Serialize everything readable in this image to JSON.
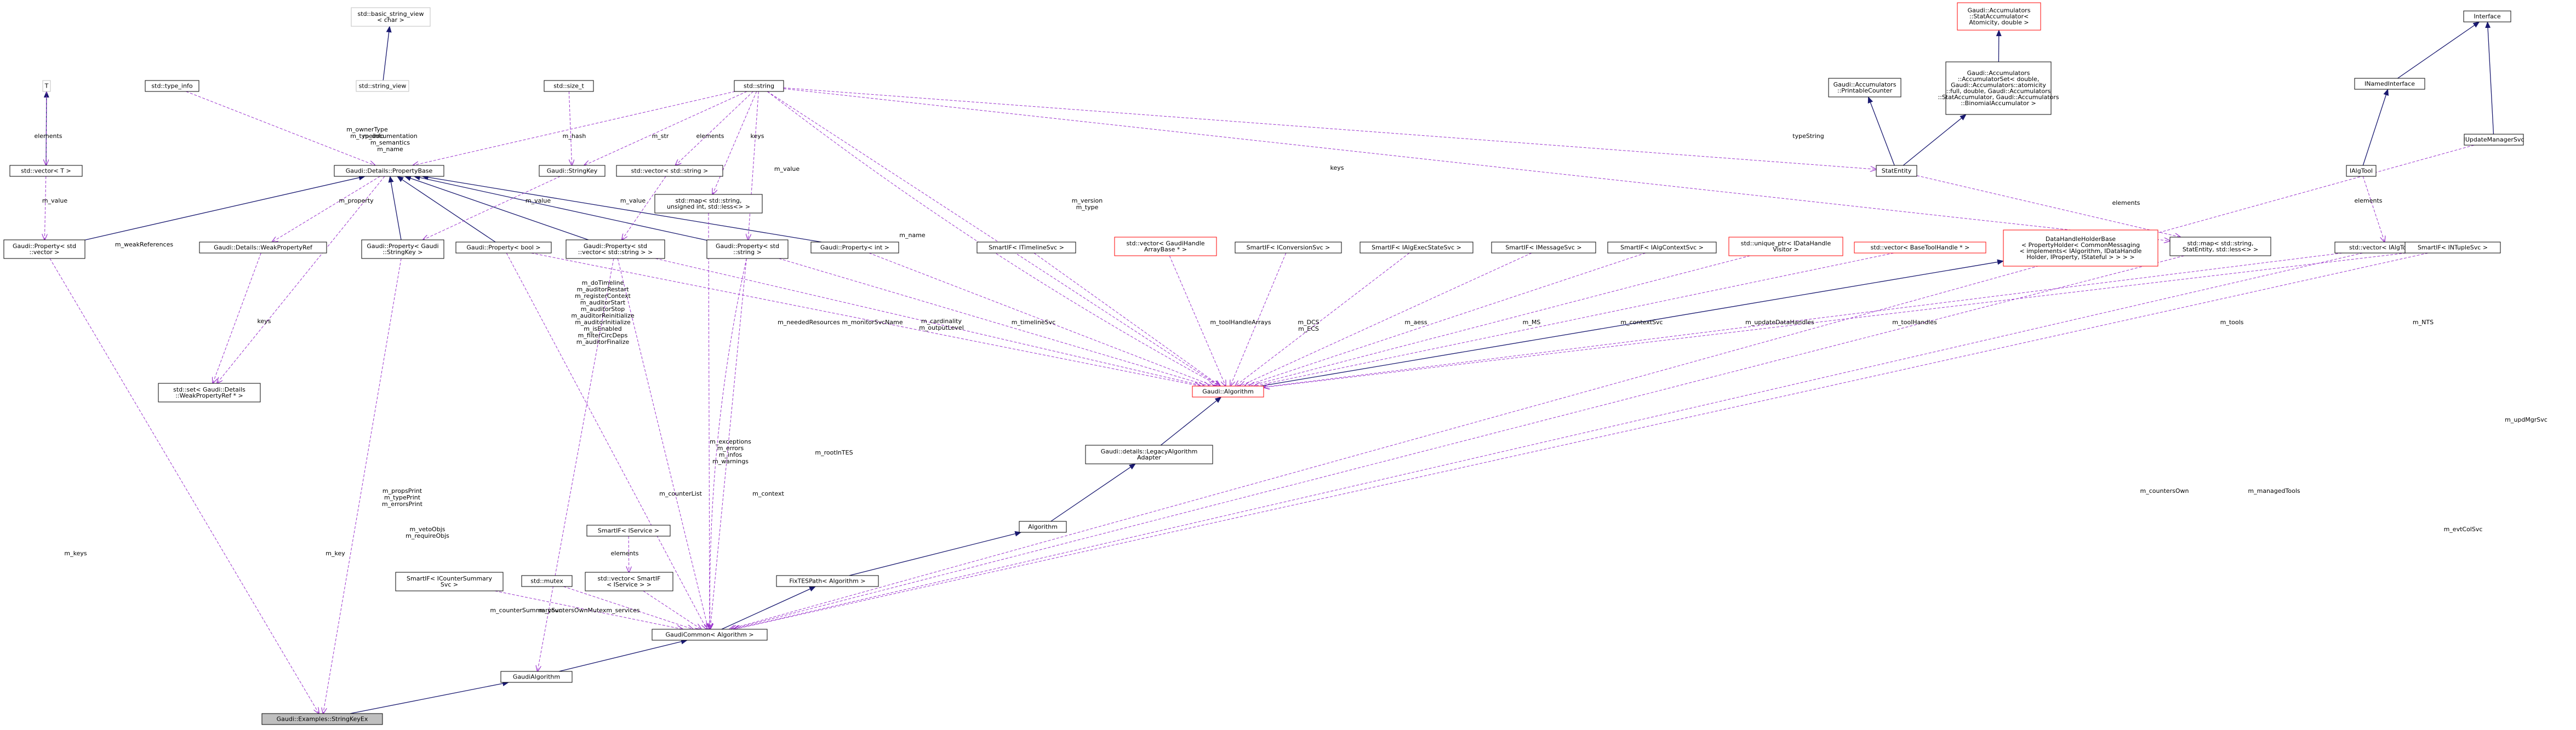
{
  "diagram": {
    "colors": {
      "node_fill": "#ffffff",
      "node_stroke": "#000000",
      "template_stroke": "#ff0000",
      "undocumented_stroke": "#bfbfbf",
      "highlight_fill": "#bfbfbf",
      "inherit_edge": "#191970",
      "usage_edge": "#9a32cd"
    },
    "nodes": [
      {
        "id": "interface",
        "lines": [
          "Interface"
        ]
      },
      {
        "id": "inamed",
        "lines": [
          "INamedInterface"
        ]
      },
      {
        "id": "ialgtool",
        "lines": [
          "IAlgTool"
        ]
      },
      {
        "id": "iupdatemgr",
        "lines": [
          "IUpdateManagerSvc"
        ]
      },
      {
        "id": "stataccum",
        "lines": [
          "Gaudi::Accumulators",
          "::StatAccumulator<",
          "Atomicity, double >"
        ]
      },
      {
        "id": "accumset",
        "lines": [
          "Gaudi::Accumulators",
          "::AccumulatorSet< double,",
          "Gaudi::Accumulators::atomicity",
          "::full, double, Gaudi::Accumulators",
          "::StatAccumulator, Gaudi::Accumulators",
          "::BinomialAccumulator >"
        ]
      },
      {
        "id": "printable",
        "lines": [
          "Gaudi::Accumulators",
          "::PrintableCounter"
        ]
      },
      {
        "id": "statentity",
        "lines": [
          "StatEntity"
        ]
      },
      {
        "id": "stdstring",
        "lines": [
          "std::string"
        ]
      },
      {
        "id": "bsv",
        "lines": [
          "std::basic_string_view",
          "< char >"
        ]
      },
      {
        "id": "sv",
        "lines": [
          "std::string_view"
        ]
      },
      {
        "id": "typeinfo",
        "lines": [
          "std::type_info"
        ]
      },
      {
        "id": "sizet",
        "lines": [
          "std::size_t"
        ]
      },
      {
        "id": "T",
        "lines": [
          "T"
        ]
      },
      {
        "id": "vecT",
        "lines": [
          "std::vector< T >"
        ]
      },
      {
        "id": "propbase",
        "lines": [
          "Gaudi::Details::PropertyBase"
        ]
      },
      {
        "id": "stringkey",
        "lines": [
          "Gaudi::StringKey"
        ]
      },
      {
        "id": "vecstr",
        "lines": [
          "std::vector< std::string >"
        ]
      },
      {
        "id": "mapstr",
        "lines": [
          "std::map< std::string,",
          "unsigned int, std::less<> >"
        ]
      },
      {
        "id": "propvec",
        "lines": [
          "Gaudi::Property< std",
          "::vector >"
        ]
      },
      {
        "id": "weakref",
        "lines": [
          "Gaudi::Details::WeakPropertyRef"
        ]
      },
      {
        "id": "propsk",
        "lines": [
          "Gaudi::Property< Gaudi",
          "::StringKey >"
        ]
      },
      {
        "id": "propbool",
        "lines": [
          "Gaudi::Property< bool >"
        ]
      },
      {
        "id": "propvecstr",
        "lines": [
          "Gaudi::Property< std",
          "::vector< std::string > >"
        ]
      },
      {
        "id": "propstr",
        "lines": [
          "Gaudi::Property< std",
          "::string >"
        ]
      },
      {
        "id": "propint",
        "lines": [
          "Gaudi::Property< int >"
        ]
      },
      {
        "id": "setweak",
        "lines": [
          "std::set< Gaudi::Details",
          "::WeakPropertyRef * >"
        ]
      },
      {
        "id": "sptl",
        "lines": [
          "SmartIF< ITimelineSvc >"
        ]
      },
      {
        "id": "vecgdh",
        "lines": [
          "std::vector< GaudiHandle",
          "ArrayBase * >"
        ]
      },
      {
        "id": "spconv",
        "lines": [
          "SmartIF< IConversionSvc >"
        ]
      },
      {
        "id": "spexec",
        "lines": [
          "SmartIF< IAlgExecStateSvc >"
        ]
      },
      {
        "id": "spmsg",
        "lines": [
          "SmartIF< IMessageSvc >"
        ]
      },
      {
        "id": "spctx",
        "lines": [
          "SmartIF< IAlgContextSvc >"
        ]
      },
      {
        "id": "uptr",
        "lines": [
          "std::unique_ptr< IDataHandle",
          "Visitor >"
        ]
      },
      {
        "id": "vectoolh",
        "lines": [
          "std::vector< BaseToolHandle * >"
        ]
      },
      {
        "id": "dhholder",
        "lines": [
          "DataHandleHolderBase",
          "< PropertyHolder< CommonMessaging",
          "< implements< IAlgorithm, IDataHandle",
          "Holder, IProperty, IStateful > > > >"
        ]
      },
      {
        "id": "mapstat",
        "lines": [
          "std::map< std::string,",
          "StatEntity, std::less<> >"
        ]
      },
      {
        "id": "vecialg",
        "lines": [
          "std::vector< IAlgTool * >"
        ]
      },
      {
        "id": "spntup",
        "lines": [
          "SmartIF< INTupleSvc >"
        ]
      },
      {
        "id": "algorithm",
        "lines": [
          "Gaudi::Algorithm"
        ]
      },
      {
        "id": "legacy",
        "lines": [
          "Gaudi::details::LegacyAlgorithm",
          "Adapter"
        ]
      },
      {
        "id": "algo",
        "lines": [
          "Algorithm"
        ]
      },
      {
        "id": "spsvc",
        "lines": [
          "SmartIF< IService >"
        ]
      },
      {
        "id": "fixtes",
        "lines": [
          "FixTESPath< Algorithm >"
        ]
      },
      {
        "id": "spcsum",
        "lines": [
          "SmartIF< ICounterSummary",
          "Svc >"
        ]
      },
      {
        "id": "mutex",
        "lines": [
          "std::mutex"
        ]
      },
      {
        "id": "vecsp",
        "lines": [
          "std::vector< SmartIF",
          "< IService > >"
        ]
      },
      {
        "id": "gcommon",
        "lines": [
          "GaudiCommon< Algorithm >"
        ]
      },
      {
        "id": "galg",
        "lines": [
          "GaudiAlgorithm"
        ]
      },
      {
        "id": "skex",
        "lines": [
          "Gaudi::Examples::StringKeyEx"
        ]
      }
    ],
    "edge_labels": [
      "elements",
      "m_value",
      "m_ownerType",
      "m_typeinfo",
      "m_documentation",
      "m_semantics",
      "m_name",
      "m_hash",
      "m_str",
      "elements",
      "keys",
      "m_value",
      "typeString",
      "keys",
      "elements",
      "elements",
      "m_value",
      "m_property",
      "m_weakReferences",
      "m_value",
      "keys",
      "m_doTimeline",
      "m_auditorRestart",
      "m_registerContext",
      "m_auditorStart",
      "m_auditorStop",
      "m_auditorReinitialize",
      "m_auditorInitialize",
      "m_isEnabled",
      "m_filterCircDeps",
      "m_auditorFinalize",
      "m_neededResources",
      "m_monitorSvcName",
      "m_cardinality",
      "m_outputLevel",
      "m_name",
      "m_version",
      "m_type",
      "m_timelineSvc",
      "m_toolHandleArrays",
      "m_DCS",
      "m_ECS",
      "m_aess",
      "m_MS",
      "m_contextSvc",
      "m_updateDataHandles",
      "m_toolHandles",
      "m_tools",
      "m_NTS",
      "m_exceptions",
      "m_errors",
      "m_infos",
      "m_warnings",
      "m_rootInTES",
      "m_context",
      "m_counterList",
      "m_propsPrint",
      "m_typePrint",
      "m_errorsPrint",
      "m_vetoObjs",
      "m_requireObjs",
      "elements",
      "m_counterSummarySvc",
      "m_countersOwnMutex",
      "m_services",
      "m_countersOwn",
      "m_managedTools",
      "m_updMgrSvc",
      "m_evtColSvc",
      "m_keys",
      "m_key"
    ]
  }
}
